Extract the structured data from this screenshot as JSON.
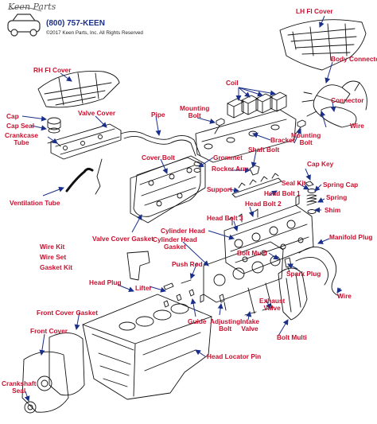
{
  "header": {
    "phone": "(800) 757-KEEN",
    "copyright": "©2017 Keen Parts, Inc. All Rights Reserved",
    "logo_text": "Keen Parts"
  },
  "colors": {
    "label": "#c8102e",
    "arrow": "#1a2f8a",
    "line": "#111111",
    "phone": "#1a2f8a"
  },
  "labels": {
    "lh_fi_cover": "LH FI Cover",
    "rh_fi_cover": "RH FI Cover",
    "body_connector": "Body Connector",
    "coil": "Coil",
    "connector": "Connector",
    "cap": "Cap",
    "cap_seal": "Cap Seal",
    "crankcase_tube_1": "Crankcase",
    "crankcase_tube_2": "Tube",
    "valve_cover": "Valve Cover",
    "pipe": "Pipe",
    "mounting_bolt_top_1": "Mounting",
    "mounting_bolt_top_2": "Bolt",
    "wire_right": "Wire",
    "bracket": "Bracket",
    "mounting_bolt_right_1": "Mounting",
    "mounting_bolt_right_2": "Bolt",
    "shaft_bolt": "Shaft Bolt",
    "cover_bolt": "Cover Bolt",
    "grommet": "Grommet",
    "rocker_arm": "Rocker Arm",
    "cap_key": "Cap Key",
    "seal_kit": "Seal Kit",
    "spring_cap": "Spring Cap",
    "support": "Support",
    "head_bolt_1": "Head Bolt 1",
    "spring": "Spring",
    "ventilation_tube": "Ventilation Tube",
    "head_bolt_2": "Head Bolt 2",
    "shim": "Shim",
    "head_bolt_3": "Head Bolt 3",
    "cylinder_head": "Cylinder Head",
    "manifold_plug": "Manifold Plug",
    "valve_cover_gasket": "Valve Cover Gasket",
    "cylinder_head_gasket_1": "Cylinder Head",
    "cylinder_head_gasket_2": "Gasket",
    "wire_kit": "Wire Kit",
    "wire_set": "Wire Set",
    "gasket_kit": "Gasket Kit",
    "push_rod": "Push Rod",
    "bolt_multi_mid": "Bolt Multi",
    "spark_plug": "Spark Plug",
    "head_plug": "Head Plug",
    "lifter": "Lifter",
    "wire_bottom": "Wire",
    "front_cover_gasket": "Front Cover Gasket",
    "exhaust_valve_1": "Exhaust",
    "exhaust_valve_2": "Valve",
    "guide": "Guide",
    "adjusting_bolt_1": "Adjusting",
    "adjusting_bolt_2": "Bolt",
    "intake_valve_1": "Intake",
    "intake_valve_2": "Valve",
    "front_cover": "Front Cover",
    "bolt_multi_bottom": "Bolt Multi",
    "head_locator_pin": "Head Locator Pin",
    "crankshaft_seal_1": "Crankshaft",
    "crankshaft_seal_2": "Seal"
  }
}
